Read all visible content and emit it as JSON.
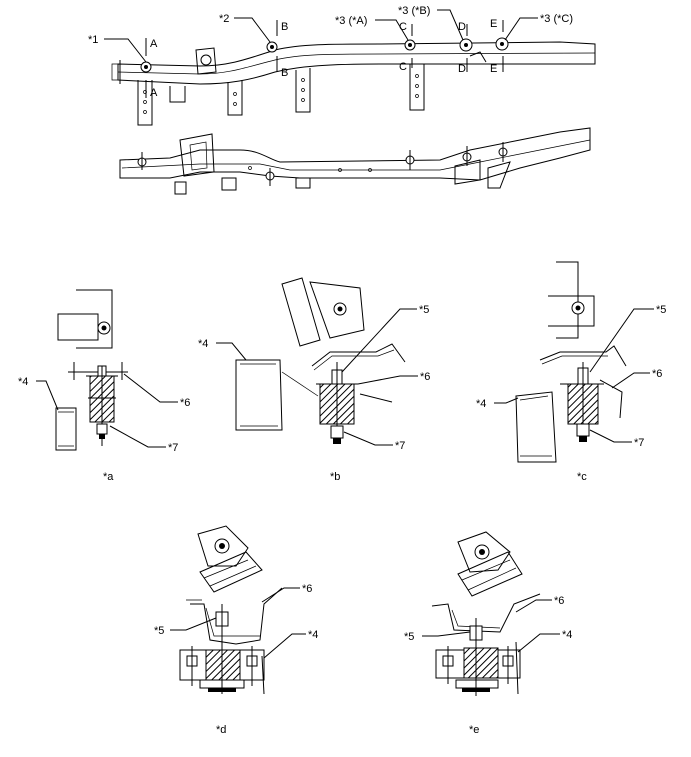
{
  "labels": {
    "c1": "*1",
    "c2": "*2",
    "c3a": "*3 (*A)",
    "c3b": "*3 (*B)",
    "c3c": "*3 (*C)",
    "c4": "*4",
    "c5": "*5",
    "c6": "*6",
    "c7": "*7"
  },
  "sections": {
    "A": "A",
    "B": "B",
    "C": "C",
    "D": "D",
    "E": "E"
  },
  "views": {
    "a": "*a",
    "b": "*b",
    "c": "*c",
    "d": "*d",
    "e": "*e"
  }
}
